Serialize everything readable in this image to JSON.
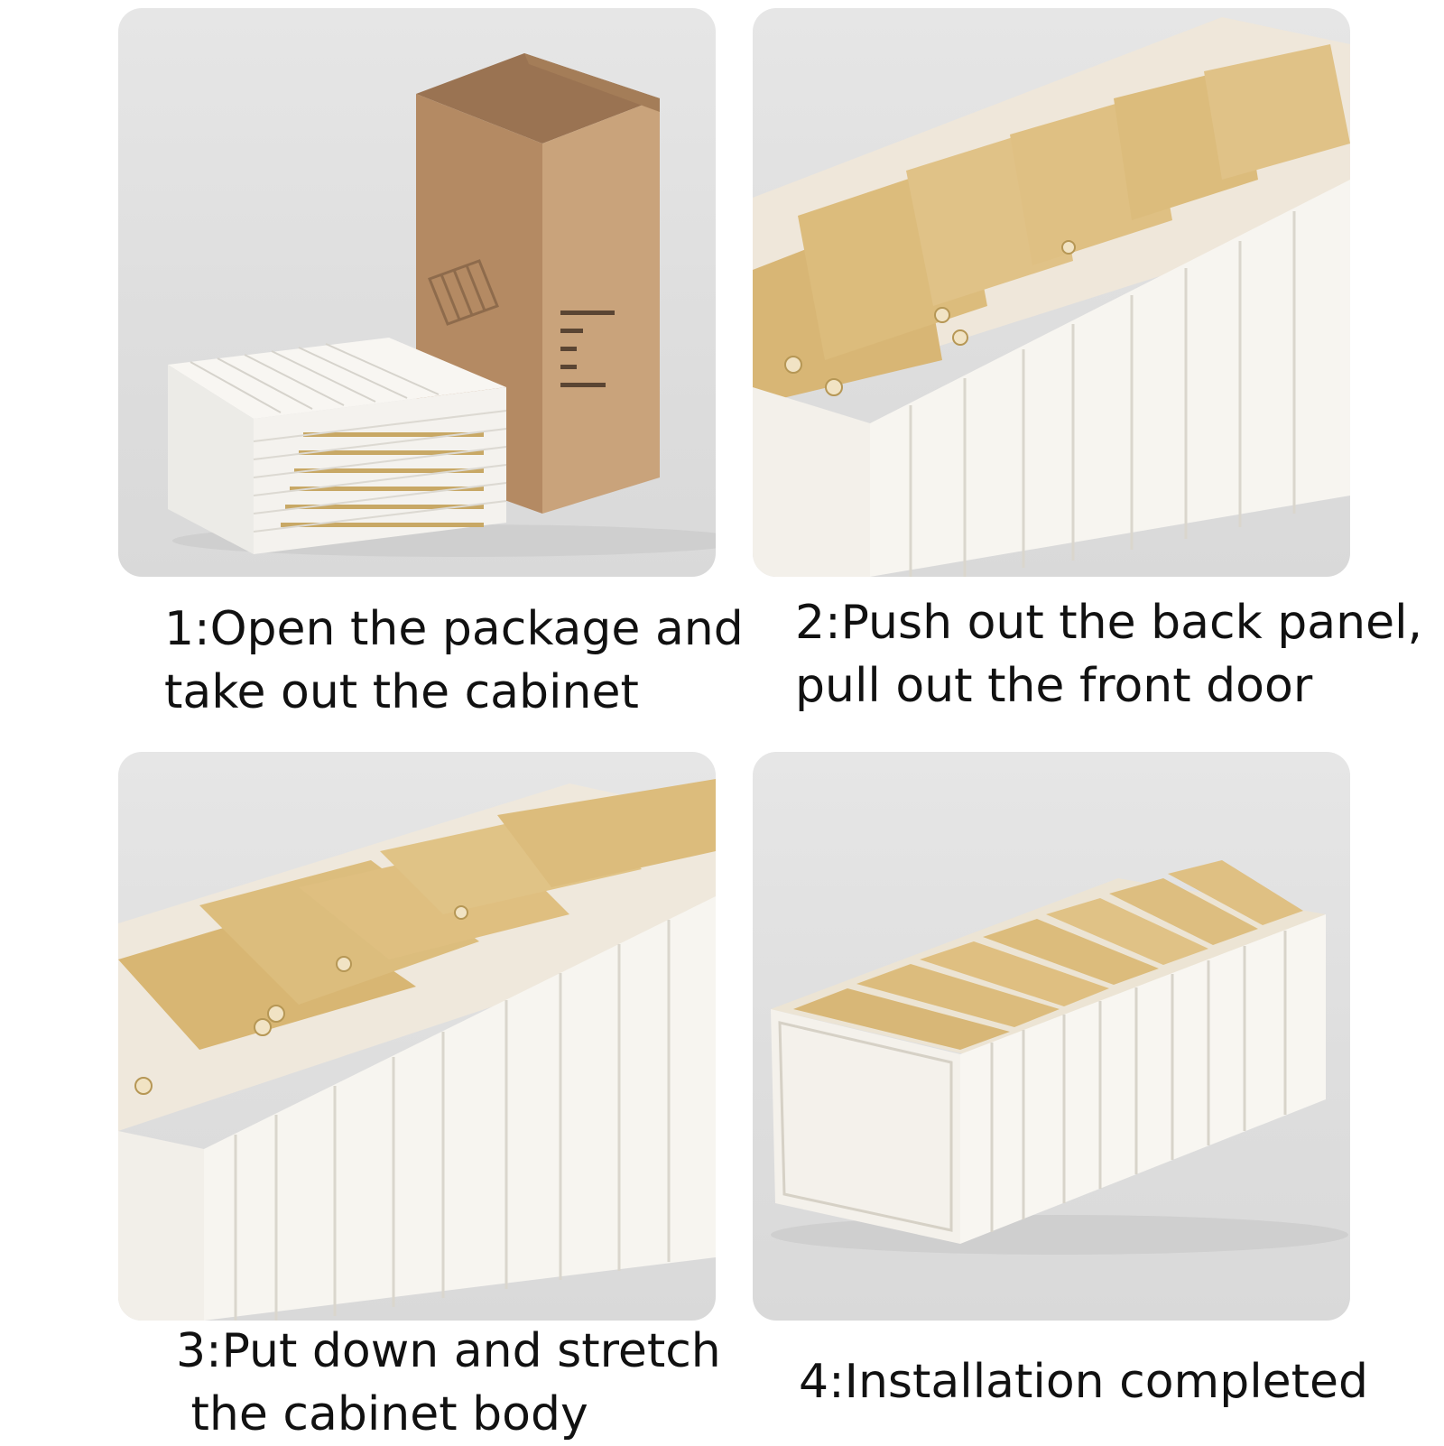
{
  "steps": [
    {
      "number": "1",
      "line1": "1:Open the package and",
      "line2": "take out the cabinet"
    },
    {
      "number": "2",
      "line1": "2:Push out the back panel,",
      "line2": "pull out the front door"
    },
    {
      "number": "3",
      "line1": "3:Put down and stretch",
      "line2": " the cabinet body"
    },
    {
      "number": "4",
      "line1": "4:Installation completed",
      "line2": ""
    }
  ],
  "colors": {
    "background": "#ffffff",
    "panel": "#e0e0e0",
    "cabinet_white": "#f6f3ee",
    "drawer_amber": "#d9b97a",
    "cardboard": "#c49c72",
    "text": "#111111"
  }
}
